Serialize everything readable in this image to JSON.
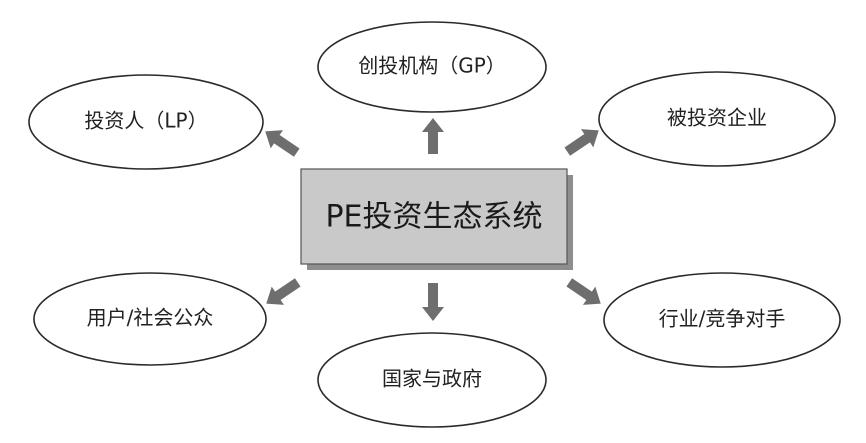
{
  "diagram": {
    "center": {
      "label": "PE投资生态系统"
    },
    "nodes": {
      "top": {
        "label": "创投机构（GP）"
      },
      "top_left": {
        "label": "投资人（LP）"
      },
      "top_right": {
        "label": "被投资企业"
      },
      "bottom_left": {
        "label": "用户/社会公众"
      },
      "bottom": {
        "label": "国家与政府"
      },
      "bottom_right": {
        "label": "行业/竞争对手"
      }
    },
    "colors": {
      "center_fill": "#c9c9c9",
      "arrow": "#6e6e6e",
      "outline": "#2a2a2a"
    }
  }
}
